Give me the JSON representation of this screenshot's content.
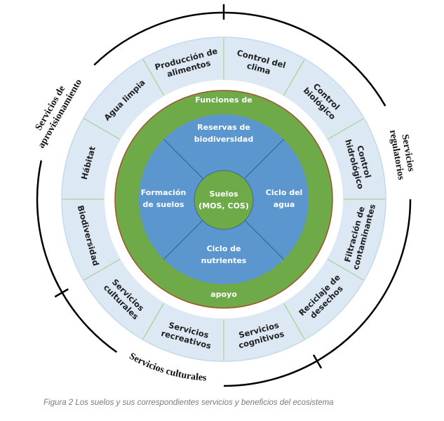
{
  "figure": {
    "caption": "Figura 2 Los suelos y sus correspondientes servicios y beneficios del ecosistema"
  },
  "colors": {
    "outer_ring_fill": "#dce8f4",
    "outer_ring_edge": "#c6d9ec",
    "segment_divider": "#a9d18e",
    "green": "#6eab48",
    "green_outline": "#a0522d",
    "blue": "#5b96cf",
    "blue_divider": "#2f5f8a",
    "group_arc": "#000000"
  },
  "center": {
    "label_lines": [
      "Suelos",
      "(MOS, COS)"
    ]
  },
  "green_ring": {
    "top_label": "Funciones de",
    "bottom_label": "apoyo"
  },
  "functions": [
    {
      "id": "reservas",
      "lines": [
        "Reservas de",
        "biodiversidad"
      ],
      "position": "top"
    },
    {
      "id": "ciclo-agua",
      "lines": [
        "Ciclo del",
        "agua"
      ],
      "position": "right"
    },
    {
      "id": "ciclo-nutrientes",
      "lines": [
        "Ciclo de",
        "nutrientes"
      ],
      "position": "bottom"
    },
    {
      "id": "formacion",
      "lines": [
        "Formación",
        "de suelos"
      ],
      "position": "left"
    }
  ],
  "services": [
    {
      "id": "control-clima",
      "lines": [
        "Control del",
        "clima"
      ],
      "group": "regulatorios"
    },
    {
      "id": "control-biologico",
      "lines": [
        "Control",
        "biológico"
      ],
      "group": "regulatorios"
    },
    {
      "id": "control-hidrologico",
      "lines": [
        "Control",
        "hidrológico"
      ],
      "group": "regulatorios"
    },
    {
      "id": "filtracion",
      "lines": [
        "Filtración de",
        "contaminantes"
      ],
      "group": "regulatorios"
    },
    {
      "id": "reciclaje",
      "lines": [
        "Reciclaje de",
        "desechos"
      ],
      "group": "regulatorios"
    },
    {
      "id": "cognitivos",
      "lines": [
        "Servicios",
        "cognitivos"
      ],
      "group": "culturales"
    },
    {
      "id": "recreativos",
      "lines": [
        "Servicios",
        "recreativos"
      ],
      "group": "culturales"
    },
    {
      "id": "culturales",
      "lines": [
        "Servicios",
        "culturales"
      ],
      "group": "culturales"
    },
    {
      "id": "biodiversidad",
      "lines": [
        "Biodiversidad"
      ],
      "group": "aprovisionamiento"
    },
    {
      "id": "habitat",
      "lines": [
        "Hábitat"
      ],
      "group": "aprovisionamiento"
    },
    {
      "id": "agua-limpia",
      "lines": [
        "Agua limpia"
      ],
      "group": "aprovisionamiento"
    },
    {
      "id": "produccion-alimentos",
      "lines": [
        "Producción de",
        "alimentos"
      ],
      "group": "aprovisionamiento"
    }
  ],
  "groups": {
    "aprovisionamiento": {
      "lines": [
        "Servicios de",
        "aprovisionamiento"
      ]
    },
    "regulatorios": {
      "lines": [
        "Servicios",
        "regulatorios"
      ]
    },
    "culturales": {
      "label": "Servicios culturales"
    }
  }
}
